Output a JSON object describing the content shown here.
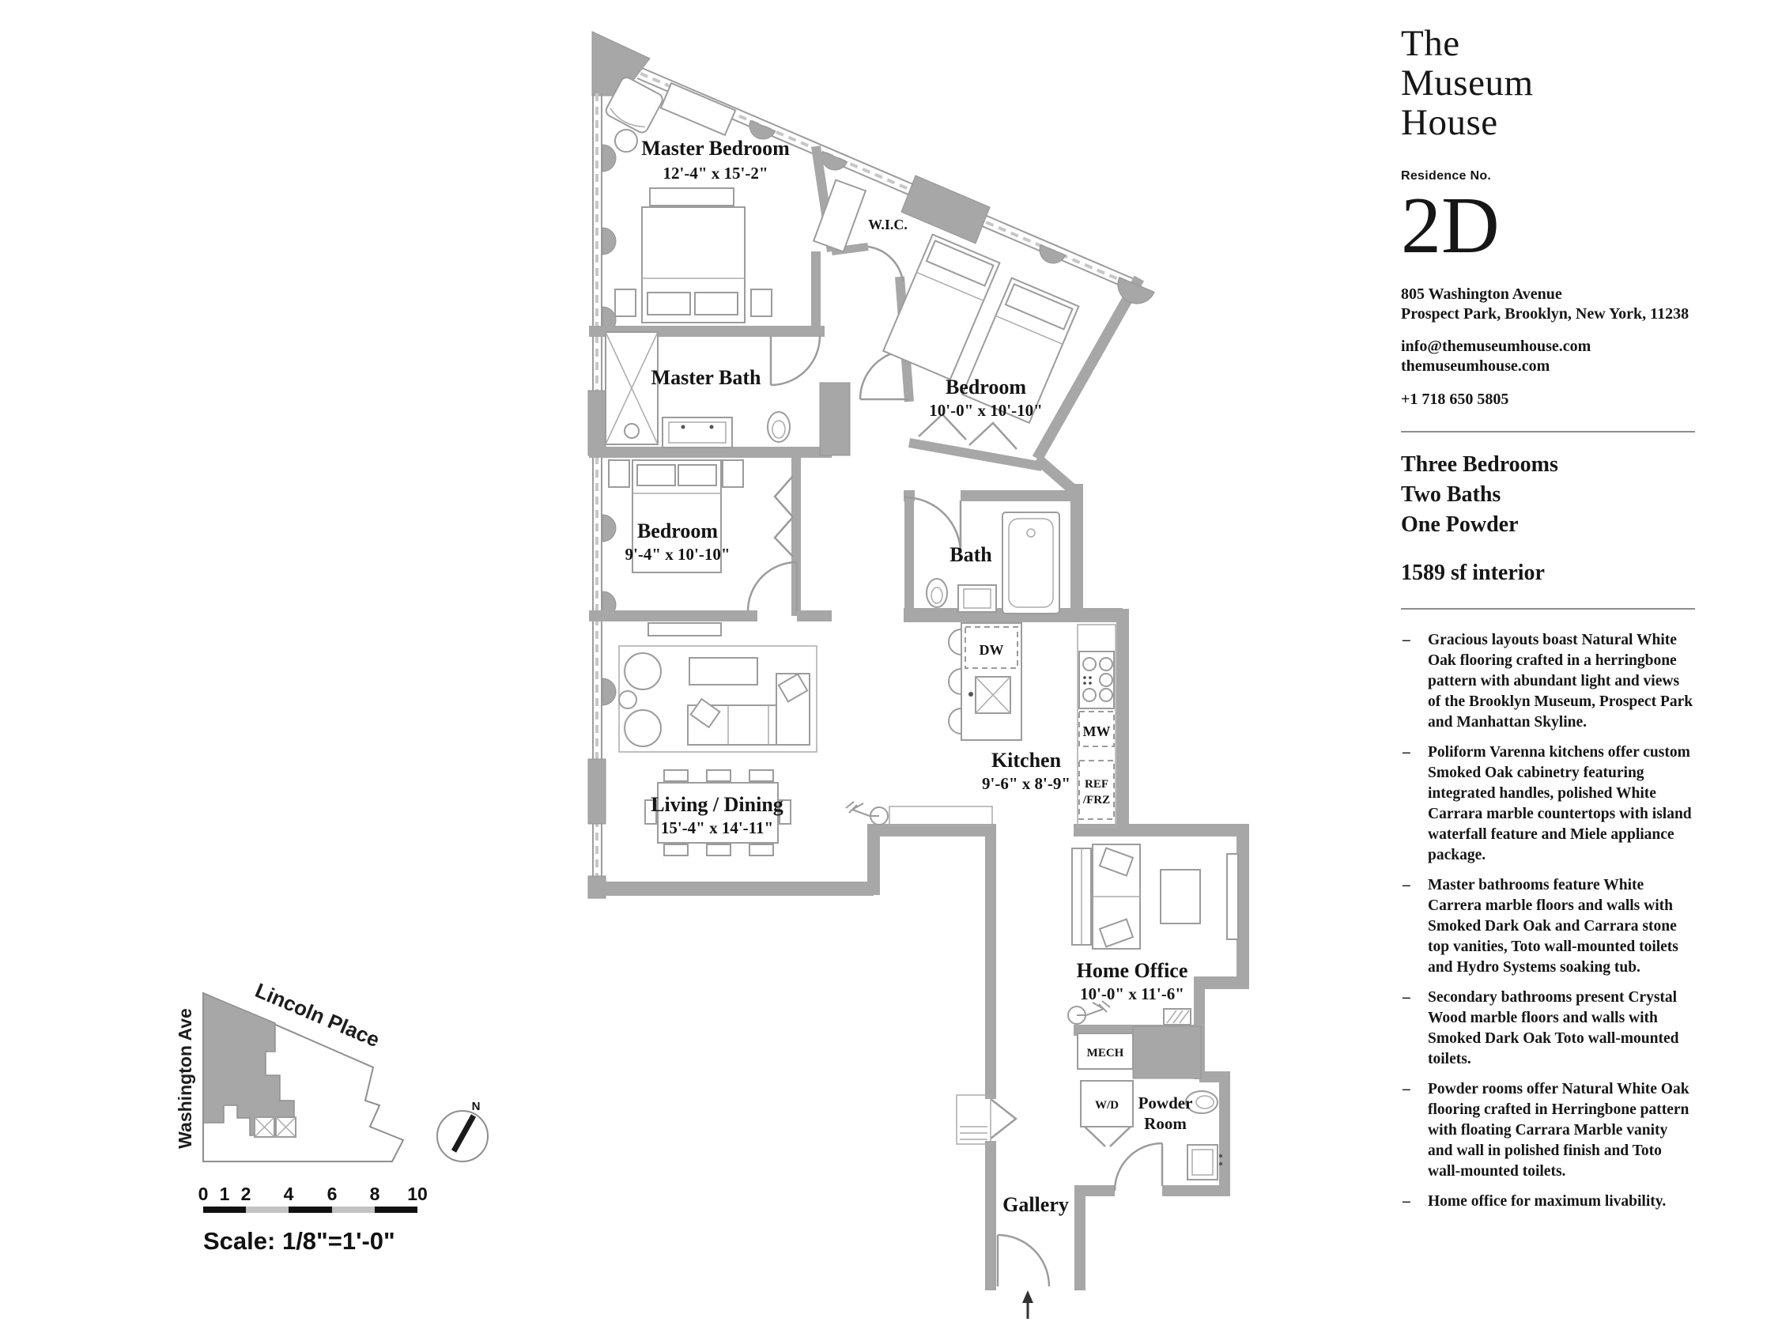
{
  "branding": {
    "title_line1": "The",
    "title_line2": "Museum",
    "title_line3": "House",
    "residence_label": "Residence No.",
    "residence_number": "2D"
  },
  "contact": {
    "address_line1": "805 Washington Avenue",
    "address_line2": "Prospect Park, Brooklyn, New York, 11238",
    "email": "info@themuseumhouse.com",
    "website": "themuseumhouse.com",
    "phone": "+1 718 650 5805"
  },
  "summary": {
    "line1": "Three Bedrooms",
    "line2": "Two Baths",
    "line3": "One Powder",
    "area": "1589 sf interior"
  },
  "features": [
    "Gracious layouts boast Natural White Oak flooring crafted in a herringbone pattern with abundant light and views of the Brooklyn Museum, Prospect Park and Manhattan Skyline.",
    "Poliform Varenna kitchens offer custom Smoked Oak cabinetry featuring integrated handles, polished White Carrara marble countertops with island waterfall feature and Miele appliance package.",
    "Master bathrooms feature White Carrera marble floors and walls with Smoked Dark Oak and Carrara stone top vanities, Toto wall-mounted toilets and Hydro Systems soaking tub.",
    "Secondary bathrooms present Crystal Wood marble floors and walls with Smoked Dark Oak Toto wall-mounted toilets.",
    "Powder rooms offer Natural White Oak flooring crafted in Herringbone pattern with floating Carrara Marble vanity and wall in polished finish and Toto wall-mounted toilets.",
    "Home office for maximum livability."
  ],
  "floorplan": {
    "rooms": [
      {
        "name": "Master Bedroom",
        "dims": "12'-4\" x 15'-2\""
      },
      {
        "name": "Bedroom",
        "dims": "10'-0\" x 10'-10\""
      },
      {
        "name": "Master Bath",
        "dims": ""
      },
      {
        "name": "Bedroom",
        "dims": "9'-4\" x 10'-10\""
      },
      {
        "name": "Bath",
        "dims": ""
      },
      {
        "name": "Kitchen",
        "dims": "9'-6\" x 8'-9\""
      },
      {
        "name": "Living / Dining",
        "dims": "15'-4\" x 14'-11\""
      },
      {
        "name": "Home Office",
        "dims": "10'-0\" x 11'-6\""
      }
    ],
    "labels": {
      "wic": "W.I.C.",
      "dw": "DW",
      "mw": "MW",
      "ref1": "REF",
      "ref2": "/FRZ",
      "mech": "MECH",
      "wd": "W/D",
      "powder1": "Powder",
      "powder2": "Room",
      "gallery": "Gallery"
    }
  },
  "sitemap": {
    "street_top": "Lincoln Place",
    "street_left": "Washington Ave",
    "compass": "N",
    "scale_ticks": [
      "0",
      "1",
      "2",
      "4",
      "6",
      "8",
      "10"
    ],
    "scale_label": "Scale: 1/8\"=1'-0\""
  }
}
